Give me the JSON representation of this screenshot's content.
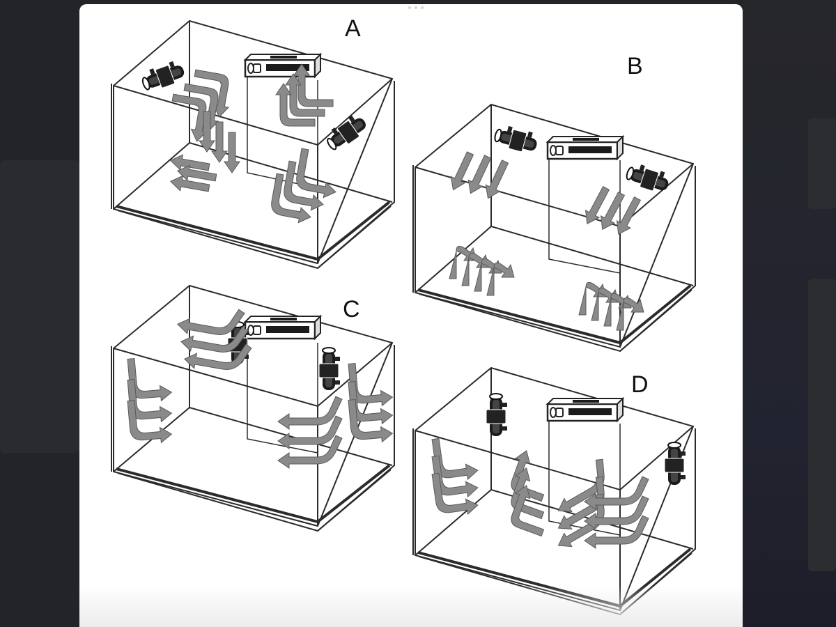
{
  "panels": [
    {
      "id": "A",
      "label": "A"
    },
    {
      "id": "B",
      "label": "B"
    },
    {
      "id": "C",
      "label": "C"
    },
    {
      "id": "D",
      "label": "D"
    }
  ],
  "colors": {
    "arrow_fill": "#8a8a8a",
    "tank_stroke": "#2b2b2b",
    "background": "#232427",
    "modal": "#ffffff"
  },
  "icons": [
    "wavemaker-pump-icon",
    "hang-on-back-filter-icon",
    "flow-arrow-icon"
  ]
}
